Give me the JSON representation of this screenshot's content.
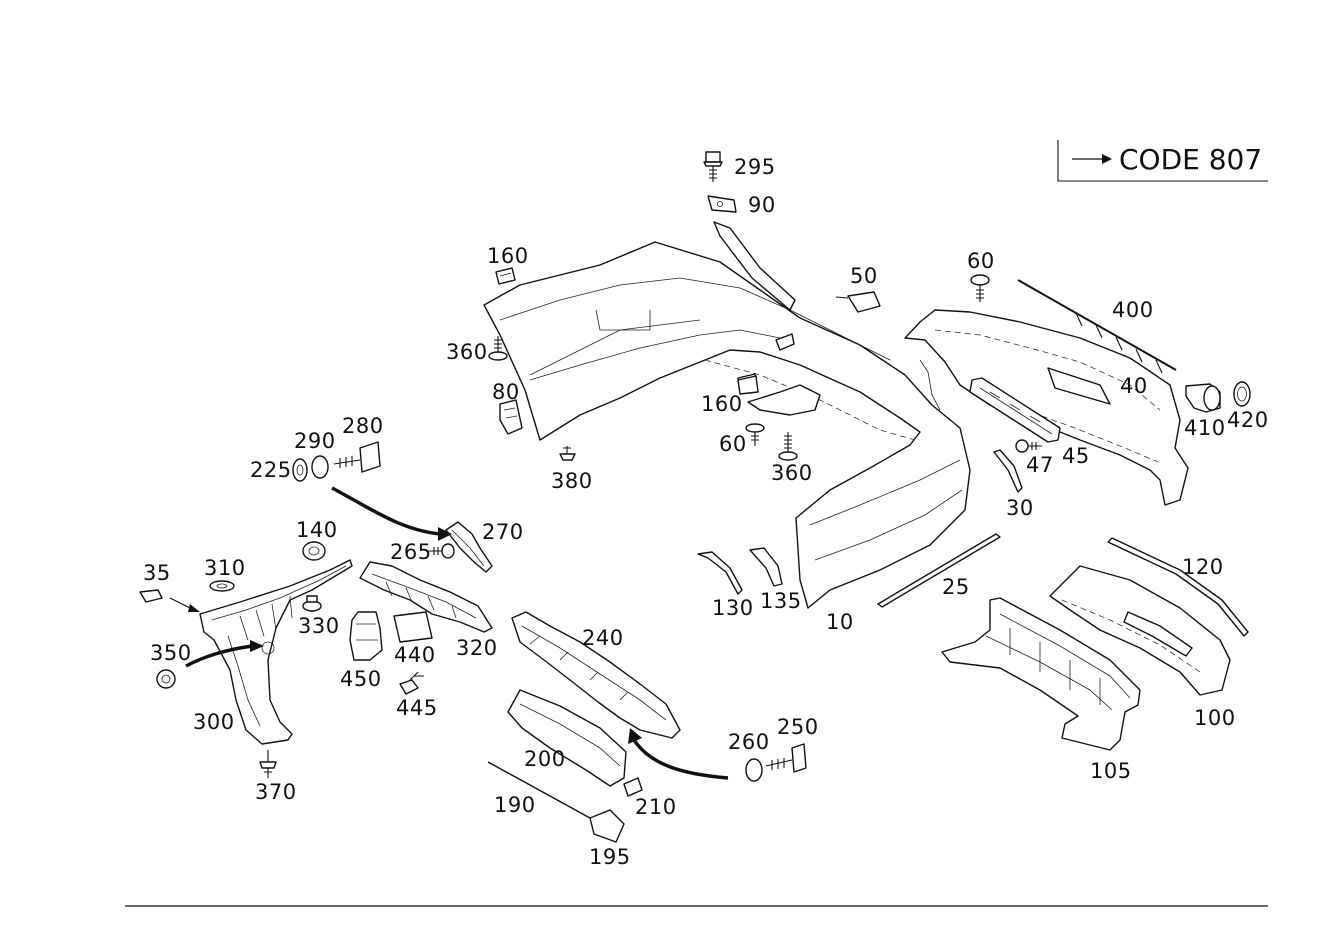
{
  "legend": {
    "code_text": "CODE 807"
  },
  "labels": [
    {
      "id": "295",
      "text": "295"
    },
    {
      "id": "90",
      "text": "90"
    },
    {
      "id": "160a",
      "text": "160"
    },
    {
      "id": "50",
      "text": "50"
    },
    {
      "id": "60a",
      "text": "60"
    },
    {
      "id": "400",
      "text": "400"
    },
    {
      "id": "360a",
      "text": "360"
    },
    {
      "id": "80",
      "text": "80"
    },
    {
      "id": "160b",
      "text": "160"
    },
    {
      "id": "40",
      "text": "40"
    },
    {
      "id": "410",
      "text": "410"
    },
    {
      "id": "420",
      "text": "420"
    },
    {
      "id": "60b",
      "text": "60"
    },
    {
      "id": "360b",
      "text": "360"
    },
    {
      "id": "47",
      "text": "47"
    },
    {
      "id": "45",
      "text": "45"
    },
    {
      "id": "380",
      "text": "380"
    },
    {
      "id": "30",
      "text": "30"
    },
    {
      "id": "280",
      "text": "280"
    },
    {
      "id": "290",
      "text": "290"
    },
    {
      "id": "225",
      "text": "225"
    },
    {
      "id": "270",
      "text": "270"
    },
    {
      "id": "140",
      "text": "140"
    },
    {
      "id": "265",
      "text": "265"
    },
    {
      "id": "35",
      "text": "35"
    },
    {
      "id": "310",
      "text": "310"
    },
    {
      "id": "330",
      "text": "330"
    },
    {
      "id": "440",
      "text": "440"
    },
    {
      "id": "320",
      "text": "320"
    },
    {
      "id": "350",
      "text": "350"
    },
    {
      "id": "450",
      "text": "450"
    },
    {
      "id": "445",
      "text": "445"
    },
    {
      "id": "300",
      "text": "300"
    },
    {
      "id": "370",
      "text": "370"
    },
    {
      "id": "240",
      "text": "240"
    },
    {
      "id": "200",
      "text": "200"
    },
    {
      "id": "190",
      "text": "190"
    },
    {
      "id": "195",
      "text": "195"
    },
    {
      "id": "210",
      "text": "210"
    },
    {
      "id": "260",
      "text": "260"
    },
    {
      "id": "250",
      "text": "250"
    },
    {
      "id": "130",
      "text": "130"
    },
    {
      "id": "135",
      "text": "135"
    },
    {
      "id": "10",
      "text": "10"
    },
    {
      "id": "25",
      "text": "25"
    },
    {
      "id": "120",
      "text": "120"
    },
    {
      "id": "100",
      "text": "100"
    },
    {
      "id": "105",
      "text": "105"
    }
  ]
}
